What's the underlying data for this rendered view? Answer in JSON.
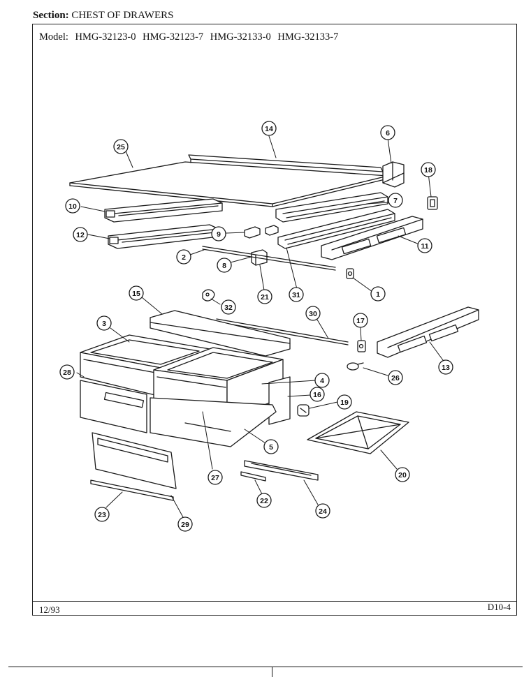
{
  "header": {
    "section_label": "Section:",
    "section_value": "CHEST OF DRAWERS"
  },
  "model": {
    "label": "Model:",
    "numbers": [
      "HMG-32123-0",
      "HMG-32123-7",
      "HMG-32133-0",
      "HMG-32133-7"
    ]
  },
  "footer": {
    "date": "12/93",
    "page_code": "D10-4"
  },
  "callouts": [
    {
      "id": "c1",
      "label": "1"
    },
    {
      "id": "c2",
      "label": "2"
    },
    {
      "id": "c3",
      "label": "3"
    },
    {
      "id": "c4",
      "label": "4"
    },
    {
      "id": "c5",
      "label": "5"
    },
    {
      "id": "c6",
      "label": "6"
    },
    {
      "id": "c7",
      "label": "7"
    },
    {
      "id": "c8",
      "label": "8"
    },
    {
      "id": "c9",
      "label": "9"
    },
    {
      "id": "c10",
      "label": "10"
    },
    {
      "id": "c11",
      "label": "11"
    },
    {
      "id": "c12",
      "label": "12"
    },
    {
      "id": "c13",
      "label": "13"
    },
    {
      "id": "c14",
      "label": "14"
    },
    {
      "id": "c15",
      "label": "15"
    },
    {
      "id": "c16",
      "label": "16"
    },
    {
      "id": "c17",
      "label": "17"
    },
    {
      "id": "c18",
      "label": "18"
    },
    {
      "id": "c19",
      "label": "19"
    },
    {
      "id": "c20",
      "label": "20"
    },
    {
      "id": "c21",
      "label": "21"
    },
    {
      "id": "c22",
      "label": "22"
    },
    {
      "id": "c23",
      "label": "23"
    },
    {
      "id": "c24",
      "label": "24"
    },
    {
      "id": "c25",
      "label": "25"
    },
    {
      "id": "c26",
      "label": "26"
    },
    {
      "id": "c27",
      "label": "27"
    },
    {
      "id": "c28",
      "label": "28"
    },
    {
      "id": "c29",
      "label": "29"
    },
    {
      "id": "c30",
      "label": "30"
    },
    {
      "id": "c31",
      "label": "31"
    },
    {
      "id": "c32",
      "label": "32"
    }
  ]
}
